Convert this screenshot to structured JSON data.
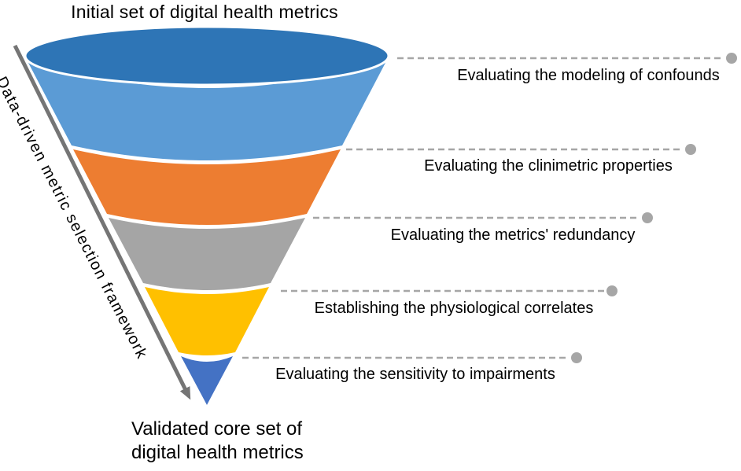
{
  "diagram": {
    "top_title": "Initial set of digital health metrics",
    "bottom_title_lines": [
      "Validated core set of",
      "digital health metrics"
    ],
    "arrow_label": "Data-driven metric selection framework",
    "funnel": {
      "top_disc_color": "#2E75B6",
      "stages": [
        {
          "label": "Evaluating the modeling of confounds",
          "color": "#5B9BD5"
        },
        {
          "label": "Evaluating the clinimetric properties",
          "color": "#ED7D31"
        },
        {
          "label": "Evaluating the metrics' redundancy",
          "color": "#A5A5A5"
        },
        {
          "label": "Establishing the physiological correlates",
          "color": "#FFC000"
        },
        {
          "label": "Evaluating the sensitivity to impairments",
          "color": "#4472C4"
        }
      ]
    },
    "colors": {
      "dashed_line": "#A6A6A6",
      "connector_dot": "#A6A6A6",
      "arrow": "#757575",
      "text": "#000000",
      "background": "#FFFFFF"
    }
  }
}
